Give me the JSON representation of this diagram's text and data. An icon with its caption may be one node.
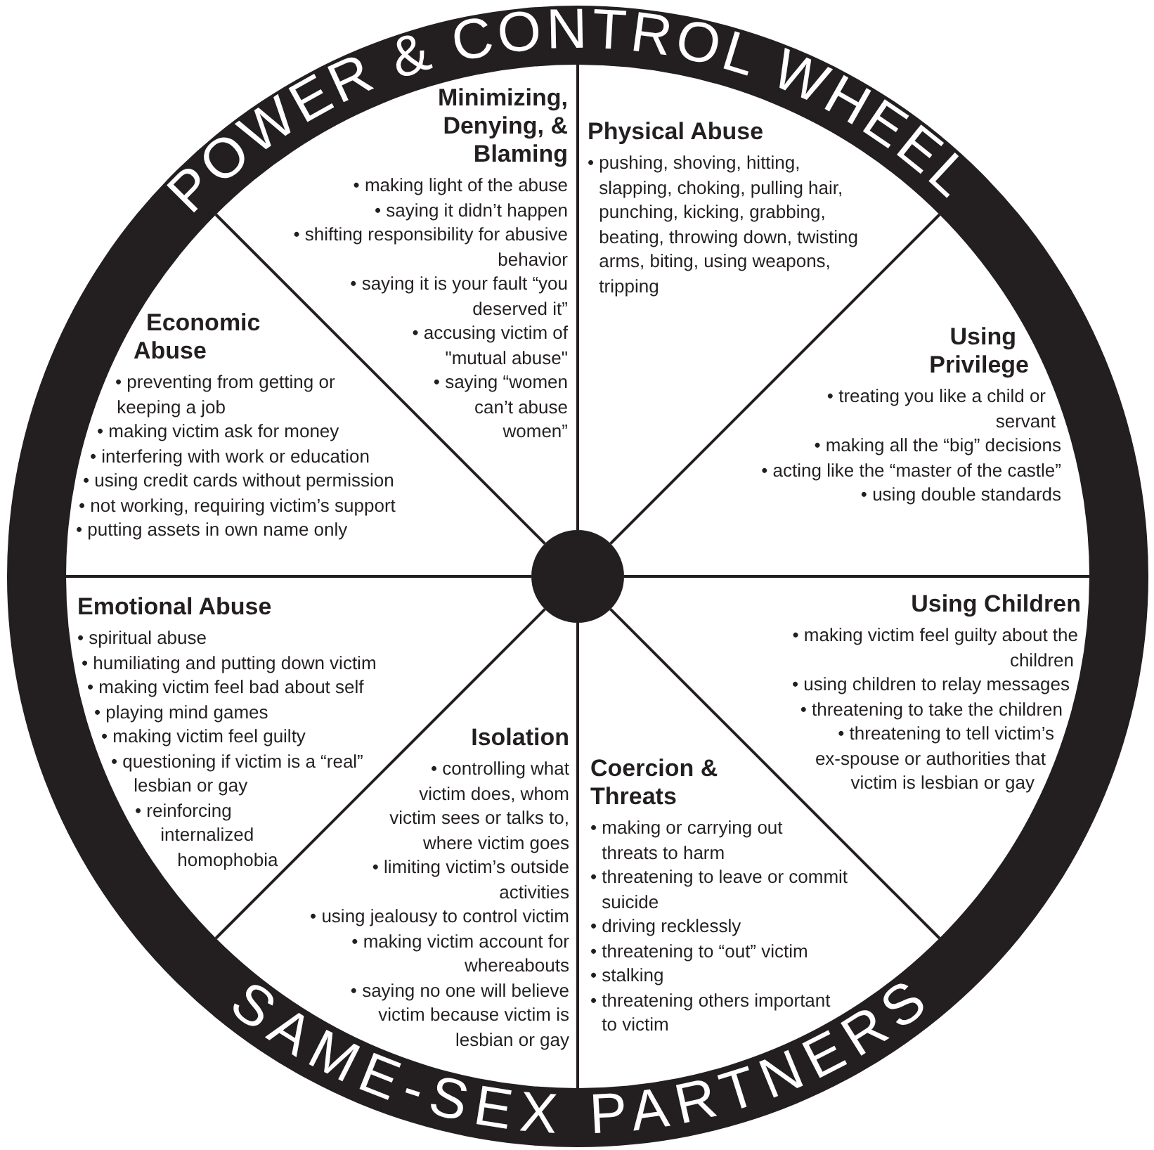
{
  "diagram": {
    "title": "POWER & CONTROL WHEEL",
    "nodes": [
      {
        "text": [
          "Minimizing, Denying, & Blaming",
          "• making light of the abuse",
          "• saying it didn’t happen",
          "• shifting responsibility for abusive behavior",
          "• saying it is your fault “you deserved it”",
          "• accusing victim of \"mutual abuse\"",
          "• saying “women can’t abuse women”"
        ]
      },
      {
        "text": [
          "Physical Abuse",
          "• pushing, shoving, hitting, slapping, choking, pulling hair, punching, kicking, grabbing, beating, throwing down, twisting arms, biting, using weapons, tripping"
        ]
      },
      {
        "text": [
          "Economic Abuse",
          "• preventing from getting or keeping a job",
          "• making victim ask for money",
          "• interfering with work or education",
          "• using credit cards without permission",
          "• not working, requiring victim’s support",
          "• putting assets in own name only"
        ]
      },
      {
        "text": [
          "Using Privilege",
          "• treating you like a child or servant",
          "• making all the “big” decisions",
          "• acting like the “master of the castle”",
          "• using double standards"
        ]
      },
      {
        "text": [
          "Emotional Abuse",
          "• spiritual abuse",
          "• humiliating and putting down victim",
          "• making victim feel bad about self",
          "• playing mind games",
          "• making victim feel guilty",
          "• questioning if victim is a “real” lesbian or gay",
          "• reinforcing internalized homophobia"
        ]
      },
      {
        "text": [
          "Using Children",
          "• making victim feel guilty about the children",
          "• using children to relay messages",
          "• threatening to take the children",
          "• threatening to tell victim’s ex-spouse or authorities that victim is lesbian or gay"
        ]
      },
      {
        "text": [
          "Isolation",
          "• controlling what victim does, whom victim sees or talks to, where victim goes",
          "• limiting victim’s outside activities",
          "• using jealousy to control victim",
          "• making victim account for whereabouts",
          "• saying no one will believe victim because victim is lesbian or gay"
        ]
      },
      {
        "text": [
          "Coercion & Threats",
          "• making or carrying out threats to harm",
          "• threatening to leave or commit suicide",
          "• driving recklessly",
          "• threatening to “out” victim",
          "• stalking",
          "• threatening others important to victim"
        ]
      }
    ],
    "labels": [
      "SAME-SEX PARTNERS"
    ]
  }
}
